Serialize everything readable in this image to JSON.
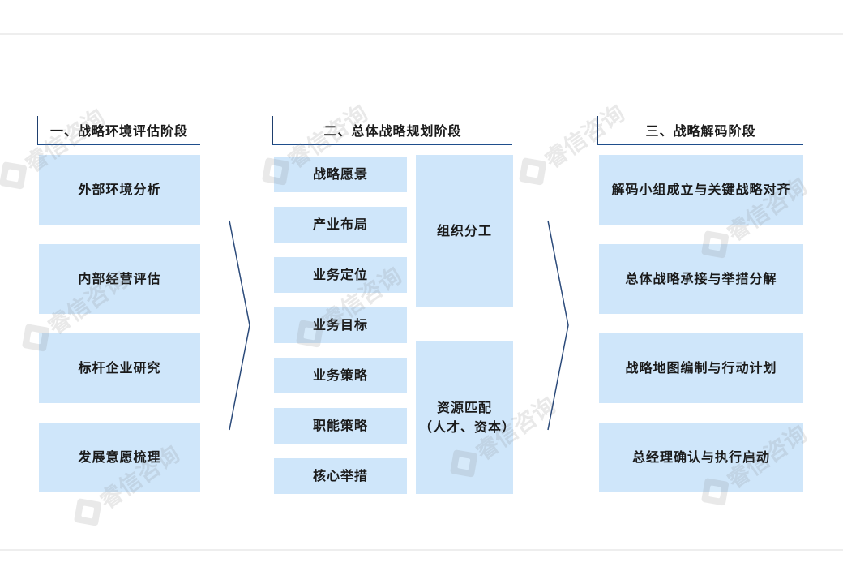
{
  "phases": [
    {
      "title": "一、战略环境评估阶段",
      "items": [
        "外部环境分析",
        "内部经营评估",
        "标杆企业研究",
        "发展意愿梳理"
      ]
    },
    {
      "title": "二、总体战略规划阶段",
      "items": [
        "战略愿景",
        "产业布局",
        "业务定位",
        "业务目标",
        "业务策略",
        "职能策略",
        "核心举措"
      ],
      "side_boxes": [
        {
          "lines": [
            "组织分工"
          ]
        },
        {
          "lines": [
            "资源匹配",
            "（人才、资本）"
          ]
        }
      ]
    },
    {
      "title": "三、战略解码阶段",
      "items": [
        "解码小组成立与关键战略对齐",
        "总体战略承接与举措分解",
        "战略地图编制与行动计划",
        "总经理确认与执行启动"
      ]
    }
  ],
  "watermark": {
    "text": "睿信咨询",
    "icon": "brand-logo-icon"
  },
  "colors": {
    "box_fill": "#cfe6fa",
    "header_line": "#1f4e8c",
    "arrow": "#2b4a7a"
  }
}
